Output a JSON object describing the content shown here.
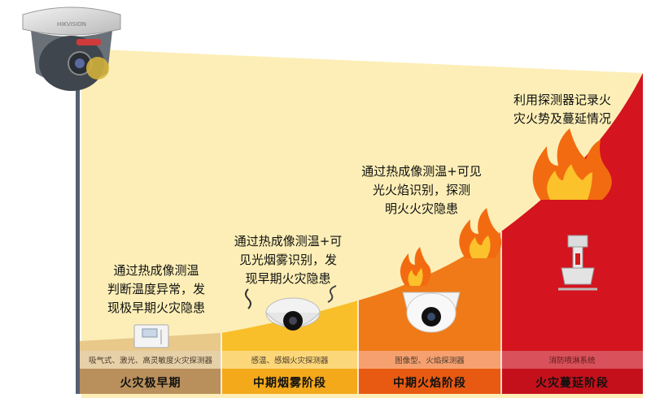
{
  "stages": [
    {
      "device": "吸气式、激光、高灵敏度火灾探测器",
      "name": "火灾极早期",
      "note": "通过热成像测温\n判断温度异常，发\n现极早期火灾隐患"
    },
    {
      "device": "感温、感烟火灾探测器",
      "name": "中期烟雾阶段",
      "note": "通过热成像测温+可\n见光烟雾识别，发\n现早期火灾隐患"
    },
    {
      "device": "图像型、火焰探测器",
      "name": "中期火焰阶段",
      "note": "通过热成像测温+可见\n光火焰识别，探测\n明火火灾隐患"
    },
    {
      "device": "消防喷淋系统",
      "name": "火灾蔓延阶段",
      "note": "利用探测器记录火\n灾火势及蔓延情况"
    }
  ],
  "colors": {
    "stage1": "#c4a47c",
    "stage2": "#f5b81c",
    "stage3": "#ee6a14",
    "stage4": "#c8101c",
    "beam": "#fbe9a0"
  }
}
